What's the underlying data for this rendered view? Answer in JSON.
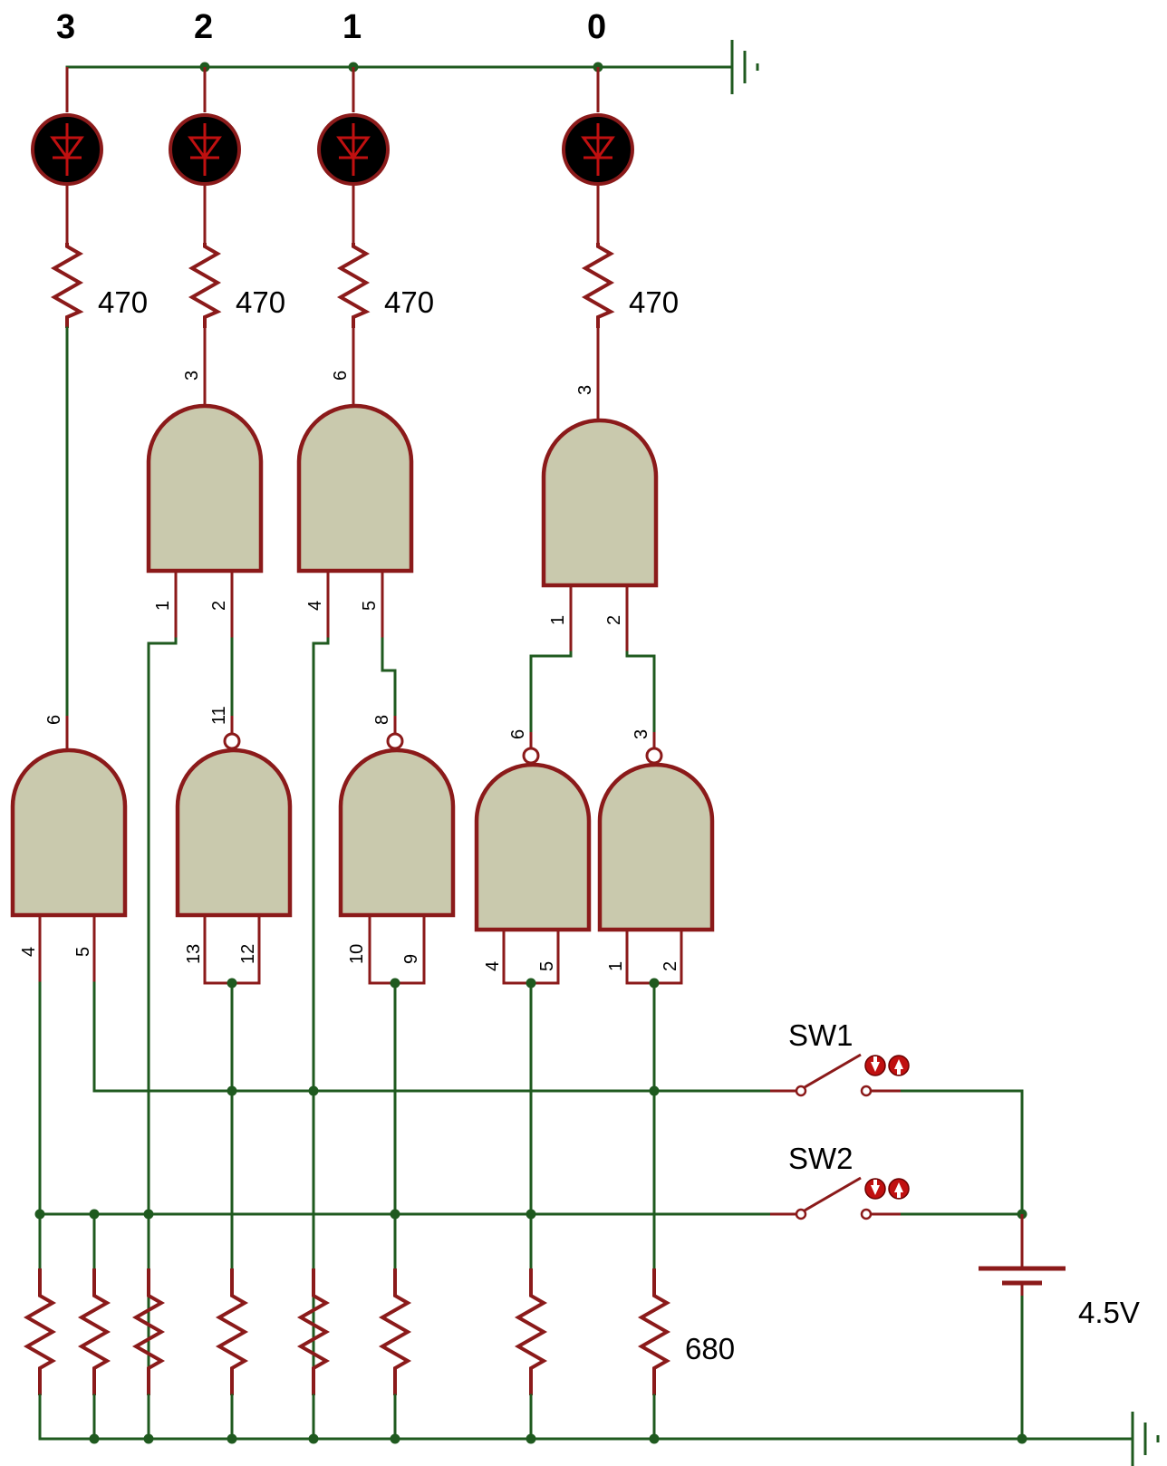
{
  "bit_labels": [
    "3",
    "2",
    "1",
    "0"
  ],
  "led_resistor_value": "470",
  "input_resistor_value": "680",
  "battery_voltage": "4.5V",
  "switches": [
    "SW1",
    "SW2"
  ],
  "pins": {
    "and_top_b2": {
      "out": "3",
      "in1": "1",
      "in2": "2"
    },
    "and_top_b1": {
      "out": "6",
      "in1": "4",
      "in2": "5"
    },
    "and_top_b0": {
      "out": "3",
      "in1": "1",
      "in2": "2"
    },
    "and_b3": {
      "out": "6",
      "in1": "4",
      "in2": "5"
    },
    "nand_a": {
      "out": "11",
      "in1": "13",
      "in2": "12"
    },
    "nand_b": {
      "out": "8",
      "in1": "10",
      "in2": "9"
    },
    "nand_c": {
      "out": "6",
      "in1": "4",
      "in2": "5"
    },
    "nand_d": {
      "out": "3",
      "in1": "1",
      "in2": "2"
    }
  },
  "colors": {
    "wire": "#1f5a1f",
    "component": "#8b1a1a",
    "gate_fill": "#c9c9ad",
    "led_body": "#000000"
  }
}
